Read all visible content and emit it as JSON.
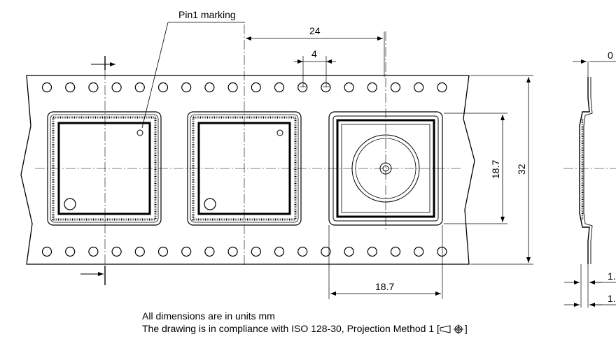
{
  "labels": {
    "pin1": "Pin1 marking",
    "pitch24": "24",
    "pitch4": "4",
    "pocket_height": "18.7",
    "tape_width": "32",
    "pocket_width": "18.7",
    "thickness_top": "0",
    "side_dim_1": "1.",
    "side_dim_2": "1."
  },
  "notes": {
    "units": "All dimensions are in units mm",
    "compliance": "The drawing is in compliance with ISO 128-30, Projection Method 1 [",
    "compliance_end": "]"
  },
  "icons": {
    "projection_symbol": "first-angle-projection-icon"
  }
}
